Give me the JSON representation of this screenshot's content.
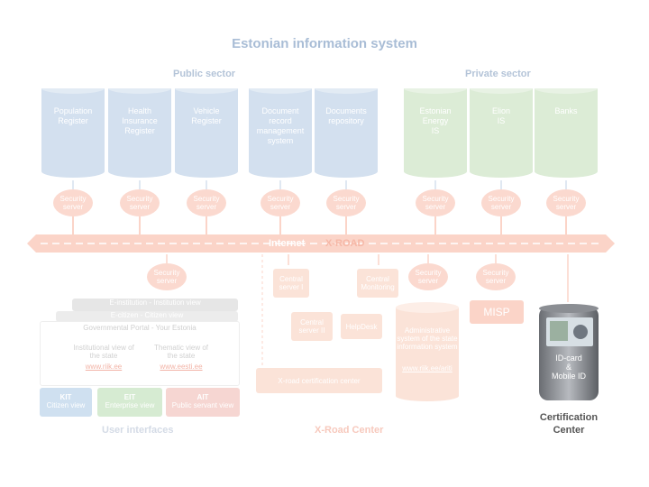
{
  "title": "Estonian information system",
  "sectors": {
    "public": "Public sector",
    "private": "Private sector"
  },
  "registers": [
    {
      "label": "Population\nRegister",
      "color": "#d3e0ef"
    },
    {
      "label": "Health\nInsurance\nRegister",
      "color": "#d3e0ef"
    },
    {
      "label": "Vehicle\nRegister",
      "color": "#d3e0ef"
    },
    {
      "label": "Document\nrecord\nmanagement\nsystem",
      "color": "#d3e0ef"
    },
    {
      "label": "Documents\nrepository",
      "color": "#d3e0ef"
    },
    {
      "label": "Estonian\nEnergy\nIS",
      "color": "#dcecd6"
    },
    {
      "label": "Elion\nIS",
      "color": "#dcecd6"
    },
    {
      "label": "Banks",
      "color": "#dcecd6"
    }
  ],
  "security_server_label": "Security server",
  "backbone": {
    "internet": "Internet",
    "xroad": "X-ROAD"
  },
  "center": {
    "central_server_1": "Central server I",
    "central_monitoring": "Central Monitoring",
    "central_server_2": "Central server II",
    "helpdesk": "HelpDesk",
    "certification_center": "X-road certification center",
    "admin_system": "Administrative system of the state information system",
    "admin_link": "www.riik.ee/ariti",
    "misp": "MISP"
  },
  "portals": {
    "e_institution": "E-institution - Institution view",
    "e_citizen": "E-citizen - Citizen view",
    "gov_portal": "Governmental Portal - Your Estonia",
    "institutional": "Institutional view of the state",
    "institutional_link": "www.riik.ee",
    "thematic": "Thematic view of the state",
    "thematic_link": "www.eesti.ee"
  },
  "views": [
    {
      "code": "KIT",
      "label": "Citizen view",
      "color": "#cfe0f0"
    },
    {
      "code": "EIT",
      "label": "Enterprise view",
      "color": "#d6ebd2"
    },
    {
      "code": "AIT",
      "label": "Public servant view",
      "color": "#f6d6d2"
    }
  ],
  "idcard": {
    "line1": "ID-card",
    "line2": "&",
    "line3": "Mobile ID"
  },
  "bottom_labels": {
    "user_interfaces": "User interfaces",
    "xroad_center": "X-Road Center",
    "cert_center": "Certification\nCenter"
  }
}
